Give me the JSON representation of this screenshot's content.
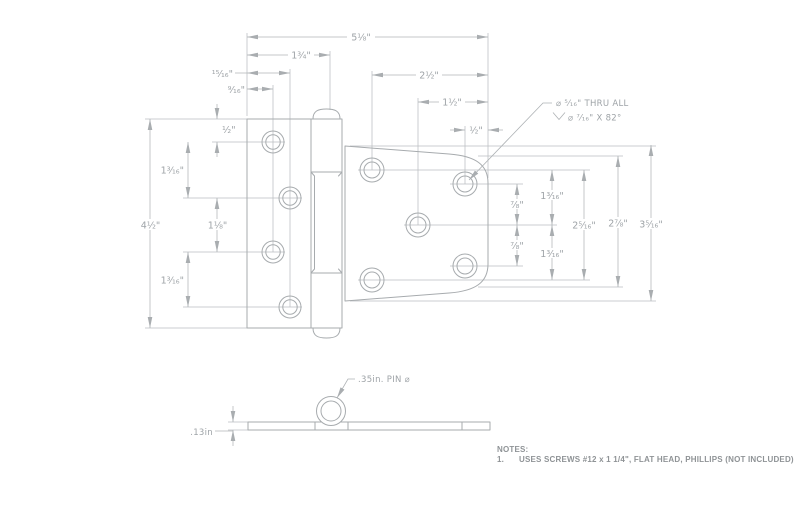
{
  "drawing": {
    "dims": {
      "overall_width": "5¹⁄₈\"",
      "pin_offset": "1³⁄₄\"",
      "col2_offset": "¹⁵⁄₁₆\"",
      "col1_offset": "⁹⁄₁₆\"",
      "half_inch": "¹⁄₂\"",
      "one_three_sixteenths": "1³⁄₁₆\"",
      "one_one_eighth": "1¹⁄₈\"",
      "leaf_height": "4¹⁄₂\"",
      "two_and_half": "2¹⁄₂\"",
      "one_and_half": "1¹⁄₂\"",
      "seven_eighths": "⁷⁄₈\"",
      "two_five_sixteenths": "2⁵⁄₁₆\"",
      "two_seven_eighths": "2⁷⁄₈\"",
      "three_five_sixteenths": "3⁵⁄₁₆\""
    },
    "callouts": {
      "thru_hole": "⌀ ⁵⁄₁₆\" THRU ALL",
      "countersink": "⌀ ⁷⁄₁₆\" X 82°",
      "pin_diameter": ".35in. PIN ⌀",
      "thickness": ".13in"
    },
    "notes": {
      "title": "NOTES:",
      "item_number": "1.",
      "item_text": "USES SCREWS #12 x 1 1/4\", FLAT HEAD, PHILLIPS (NOT INCLUDED)"
    }
  }
}
